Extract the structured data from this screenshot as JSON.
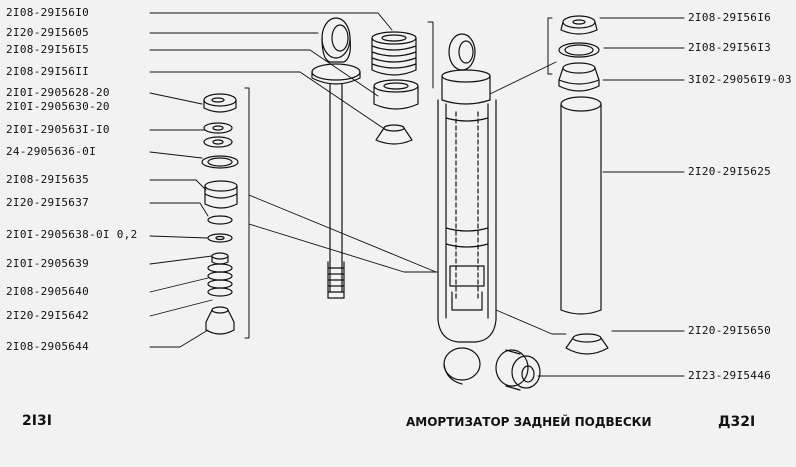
{
  "left_labels": [
    "2I08-29I56I0",
    "2I20-29I5605",
    "2I08-29I56I5",
    "2I08-29I56II",
    "2I0I-2905628-20",
    "2I0I-2905630-20",
    "2I0I-290563I-I0",
    "24-2905636-0I",
    "2I08-29I5635",
    "2I20-29I5637",
    "2I0I-2905638-0I 0,2",
    "2I0I-2905639",
    "2I08-2905640",
    "2I20-29I5642",
    "2I08-2905644"
  ],
  "right_labels": [
    "2I08-29I56I6",
    "2I08-29I56I3",
    "3I02-29056I9-03",
    "2I20-29I5625",
    "2I20-29I5650",
    "2I23-29I5446"
  ],
  "footer": {
    "model": "2I3I",
    "title": "АМОРТИЗАТОР ЗАДНЕЙ ПОДВЕСКИ",
    "code": "Д32I"
  },
  "colors": {
    "background": "#f2f2f2",
    "ink": "#111111"
  }
}
